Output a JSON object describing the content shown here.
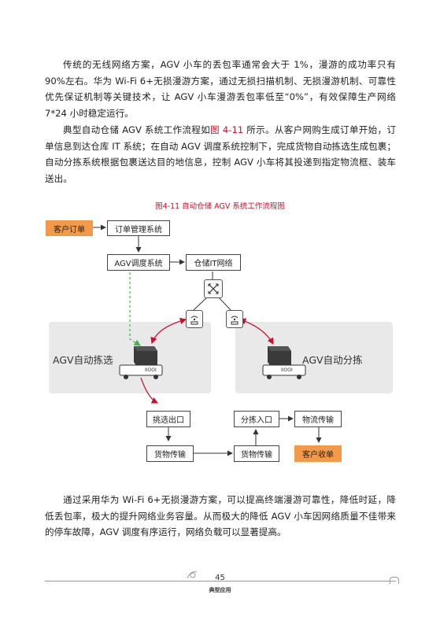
{
  "paragraphs": {
    "p1": "传统的无线网络方案，AGV 小车的丢包率通常会大于 1%，漫游的成功率只有 90%左右。华为 Wi-Fi 6+无损漫游方案，通过无损扫描机制、无损漫游机制、可靠性优先保证机制等关键技术，让 AGV 小车漫游丢包率低至“0%”，有效保障生产网络 7*24 小时稳定运行。",
    "p2_before": "典型自动仓储 AGV 系统工作流程如",
    "p2_ref": "图 4-11",
    "p2_after": " 所示。从客户网购生成订单开始，订单信息到达仓库 IT 系统；在自动 AGV 调度系统控制下，完成货物自动拣选生成包裹；自动分拣系统根据包裹送达目的地信息，控制 AGV 小车将其投递到指定物流框、装车送出。",
    "p3": "通过采用华为 Wi-Fi 6+无损漫游方案，可以提高终端漫游可靠性，降低时延，降低丢包率，极大的提升网络业务容量。从而极大的降低 AGV 小车因网络质量不佳带来的停车故障，AGV 调度有序运行，网络负载可以显著提高。"
  },
  "figure": {
    "caption": "图4-11  自动仓储 AGV 系统工作流程图",
    "boxes": {
      "customer_order": "客户订单",
      "order_mgmt": "订单管理系统",
      "agv_dispatch": "AGV调度系统",
      "warehouse_it": "仓储IT网络",
      "pick_exit": "挑选出口",
      "sort_entry": "分拣入口",
      "logistics_transfer": "物流传输",
      "goods_transfer_1": "货物传输",
      "goods_transfer_2": "货物传输",
      "customer_receipt": "客户收单"
    },
    "zones": {
      "left": "AGV自动拣选",
      "right": "AGV自动分拣"
    },
    "agv_badge": "IIOOI"
  },
  "footer": {
    "page_number": "45",
    "section": "典型应用"
  },
  "colors": {
    "accent_red": "#c8102e",
    "orange_box": "#f39a48",
    "green_dashed": "#4caf50",
    "zone_gray": "#e9e9e9"
  }
}
